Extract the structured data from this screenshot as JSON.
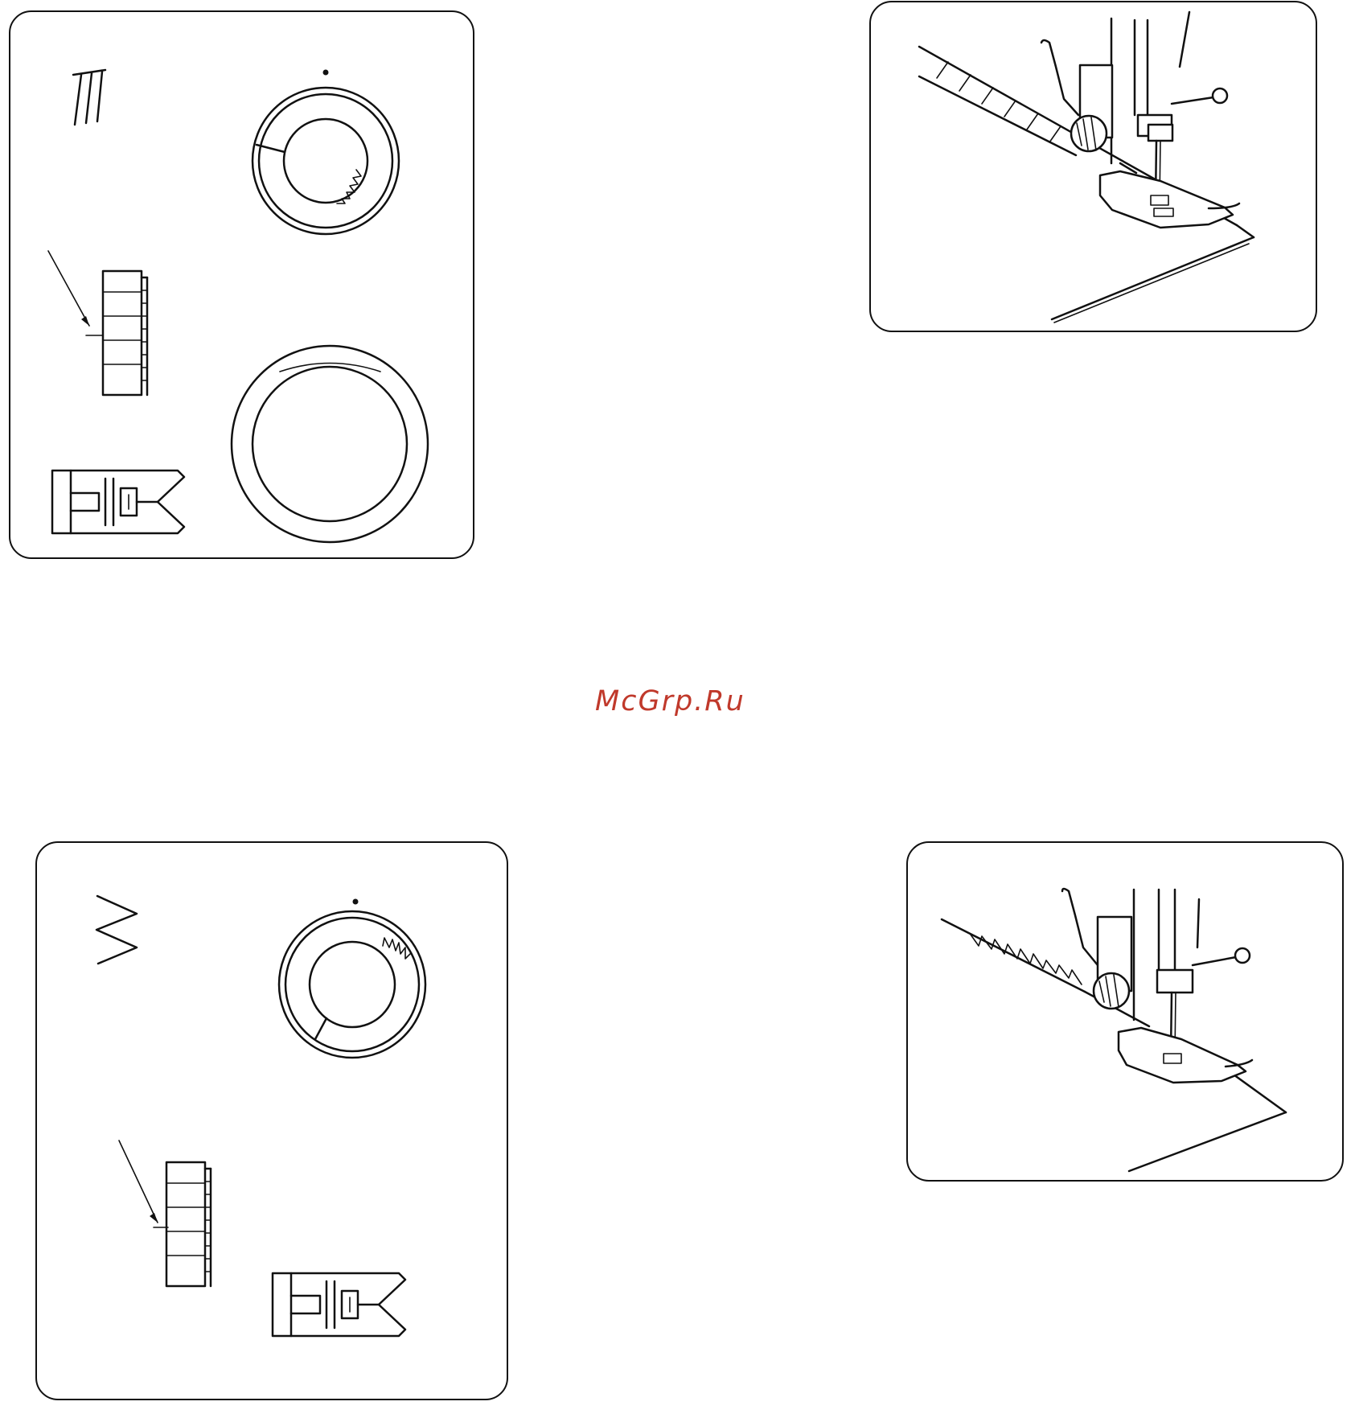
{
  "watermark": {
    "text": "McGrp.Ru",
    "color": "#c0392b"
  },
  "panels": [
    {
      "name": "straight-stitch-settings",
      "stitch_icon": "straight-triple-stitch-icon"
    },
    {
      "name": "straight-stitch-sewing-illustration"
    },
    {
      "name": "zigzag-stitch-settings",
      "stitch_icon": "zigzag-stitch-icon"
    },
    {
      "name": "zigzag-stitch-sewing-illustration"
    }
  ]
}
